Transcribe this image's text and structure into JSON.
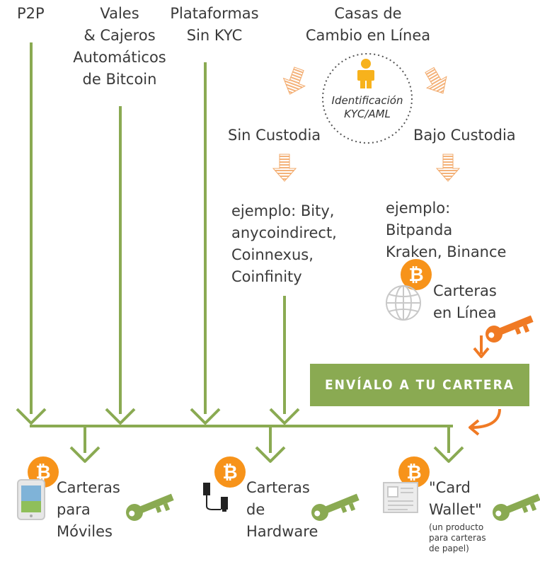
{
  "top_labels": {
    "p2p": "P2P",
    "vales": [
      "Vales",
      "& Cajeros",
      "Automáticos",
      "de Bitcoin"
    ],
    "plataformas": [
      "Plataformas",
      "Sin KYC"
    ],
    "casas": [
      "Casas de",
      "Cambio en Línea"
    ]
  },
  "kyc": {
    "line1": "Identificación",
    "line2": "KYC/AML"
  },
  "branches": {
    "sin_custodia": "Sin Custodia",
    "bajo_custodia": "Bajo Custodia"
  },
  "examples": {
    "sin": [
      "ejemplo: Bity,",
      "anycoindirect,",
      "Coinnexus,",
      "Coinfinity"
    ],
    "bajo": [
      "ejemplo:",
      "Bitpanda",
      "Kraken, Binance"
    ]
  },
  "online_wallets": [
    "Carteras",
    "en Línea"
  ],
  "banner": "ENVÍALO A TU CARTERA",
  "bottom": {
    "mobile": [
      "Carteras",
      "para",
      "Móviles"
    ],
    "hardware": [
      "Carteras",
      "de",
      "Hardware"
    ],
    "card": [
      "\"Card",
      "Wallet\""
    ],
    "card_note": [
      "(un producto",
      "para carteras",
      "de papel)"
    ]
  },
  "colors": {
    "green": "#8aaa52",
    "orange": "#f07a24",
    "bitcoin": "#f7931a",
    "peach": "#f6c89a"
  },
  "icons": [
    "person-icon",
    "bitcoin-icon",
    "globe-icon",
    "key-icon",
    "smartphone-icon",
    "hardware-wallet-icon",
    "paper-card-icon"
  ]
}
